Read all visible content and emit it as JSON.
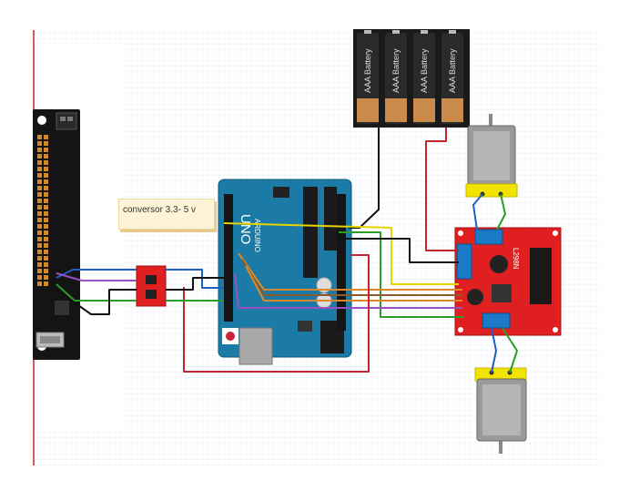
{
  "note": {
    "text": "conversor 3.3- 5 v"
  },
  "batteries": {
    "labels": [
      "AAA Battery",
      "AAA Battery",
      "AAA Battery",
      "AAA Battery"
    ]
  },
  "arduino": {
    "brand": "UNO",
    "sub": "ARDUINO"
  },
  "driver": {
    "label": "L298N"
  },
  "colors": {
    "wire_red": "#c0262b",
    "wire_black": "#111111",
    "wire_blue": "#1f5fbf",
    "wire_green": "#2a9d2a",
    "wire_yellow": "#e5d400",
    "wire_orange": "#d9892b",
    "wire_brown": "#8b5a2b",
    "wire_purple": "#9b4fc4",
    "board_red": "#e02020",
    "arduino_blue": "#1b7aa6"
  }
}
